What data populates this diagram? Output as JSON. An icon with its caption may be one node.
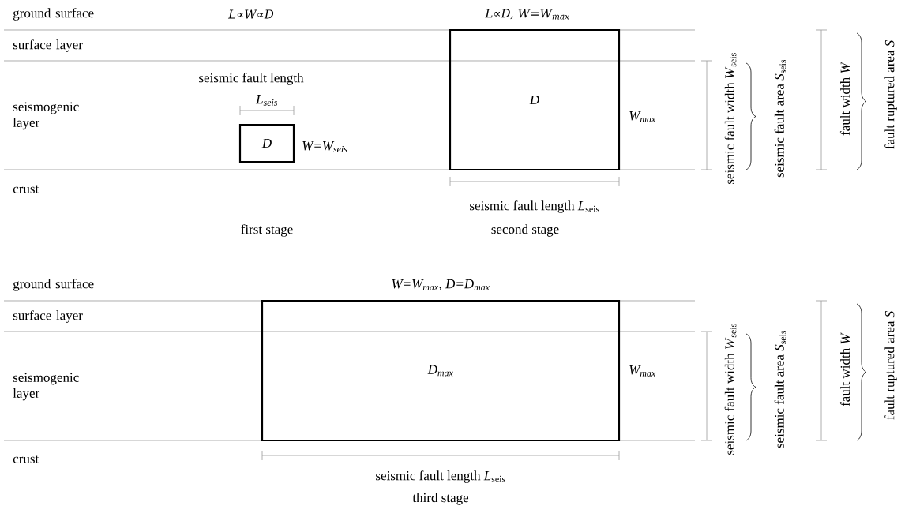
{
  "diagram": {
    "nodes": [
      {
        "text": [
          "D"
        ],
        "beside": [
          "W=W$_{seis}$"
        ]
      },
      {
        "text": [
          "D"
        ],
        "beside": [
          "W$_{max}$"
        ]
      },
      {
        "text": [
          "D$_{max}$"
        ],
        "beside": [
          "W$_{max}$"
        ]
      }
    ],
    "labels": [
      "ground surface",
      "L∝W∝D",
      "L∝D, W=W$_{max}$",
      "surface layer",
      "seismic fault length",
      "L$_{seis}$",
      "seismogenic layer",
      "crust",
      "seismic fault length *L*$_{seis}$",
      "first stage",
      "second stage",
      "seismic fault width *W*$_{seis}$",
      "seismic fault area *S*$_{seis}$",
      "fault width *W*",
      "fault ruptured area *S*",
      "ground surface",
      "W=W$_{max}$, D=D$_{max}$",
      "surface layer",
      "seismogenic layer",
      "crust",
      "seismic fault length *L*$_{seis}$",
      "third stage",
      "seismic fault width *W*$_{seis}$",
      "seismic fault area *S*$_{seis}$",
      "fault width *W*",
      "fault ruptured area *S*"
    ]
  }
}
